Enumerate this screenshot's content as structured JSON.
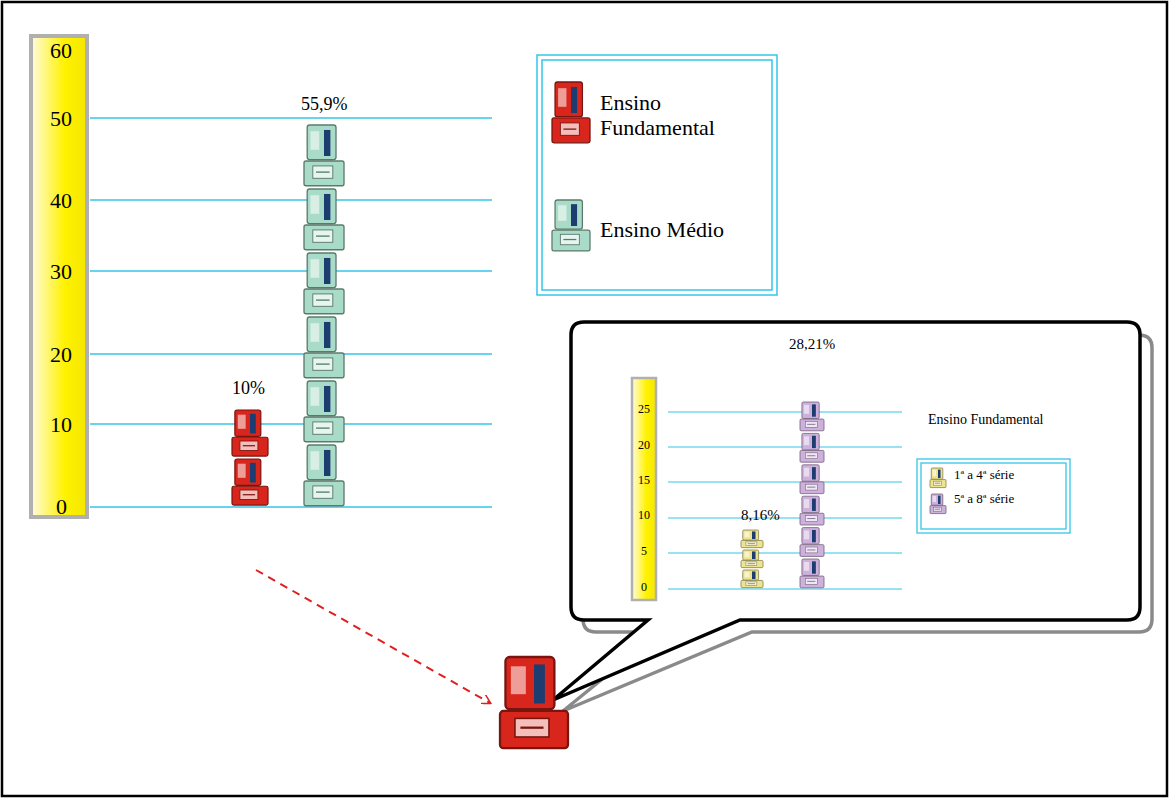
{
  "diagram": {
    "labels": [
      "60",
      "50",
      "40",
      "30",
      "20",
      "10",
      "0",
      "55,9%",
      "10%",
      "28,21%",
      "25",
      "20",
      "15",
      "10",
      "5",
      "0",
      "8,16%",
      "Ensino Fundamental"
    ],
    "legend": [
      {
        "text": "Ensino Fundamental",
        "color": "#d9261c"
      },
      {
        "text": "Ensino Médio",
        "color": "#a9dcc8"
      },
      {
        "text": "1ª a 4ª série",
        "color": "#efe48e"
      },
      {
        "text": "5ª a 8ª série",
        "color": "#cdb0dc"
      }
    ]
  }
}
